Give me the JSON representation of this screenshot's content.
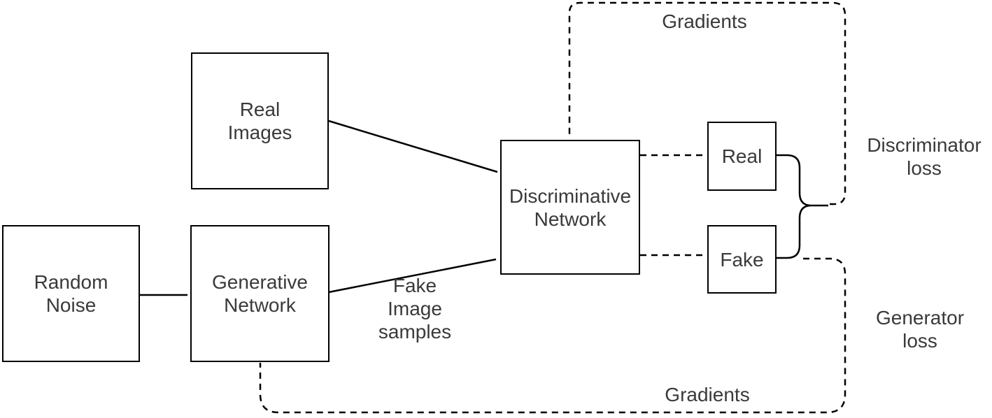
{
  "diagram": {
    "title_implicit": "GAN architecture diagram",
    "boxes": {
      "random_noise": "Random\nNoise",
      "generative_network": "Generative\nNetwork",
      "real_images": "Real\nImages",
      "discriminative_network": "Discriminative\nNetwork",
      "real": "Real",
      "fake": "Fake"
    },
    "labels": {
      "gradients_top": "Gradients",
      "gradients_bottom": "Gradients",
      "discriminator_loss": "Discriminator\nloss",
      "generator_loss": "Generator\nloss",
      "fake_image_samples": "Fake\nImage\nsamples"
    },
    "edges": [
      {
        "from": "Random Noise",
        "to": "Generative Network",
        "style": "solid-arrow"
      },
      {
        "from": "Real Images",
        "to": "Discriminative Network",
        "style": "solid-arrow"
      },
      {
        "from": "Generative Network",
        "to": "Discriminative Network",
        "style": "solid-arrow",
        "label": "Fake Image samples"
      },
      {
        "from": "Discriminative Network",
        "to": "Real",
        "style": "dashed-line"
      },
      {
        "from": "Discriminative Network",
        "to": "Fake",
        "style": "dashed-line"
      },
      {
        "from": "Real + Fake",
        "to": "loss junction",
        "style": "solid-brace-arrow"
      },
      {
        "from": "Discriminator loss",
        "to": "Discriminative Network",
        "style": "dashed-feedback-loop",
        "label": "Gradients"
      },
      {
        "from": "Generator loss",
        "to": "Generative Network",
        "style": "dashed-feedback-loop",
        "label": "Gradients"
      }
    ],
    "colors": {
      "background": "#ffffff",
      "line": "#000000",
      "text": "#3a3a3a"
    }
  }
}
